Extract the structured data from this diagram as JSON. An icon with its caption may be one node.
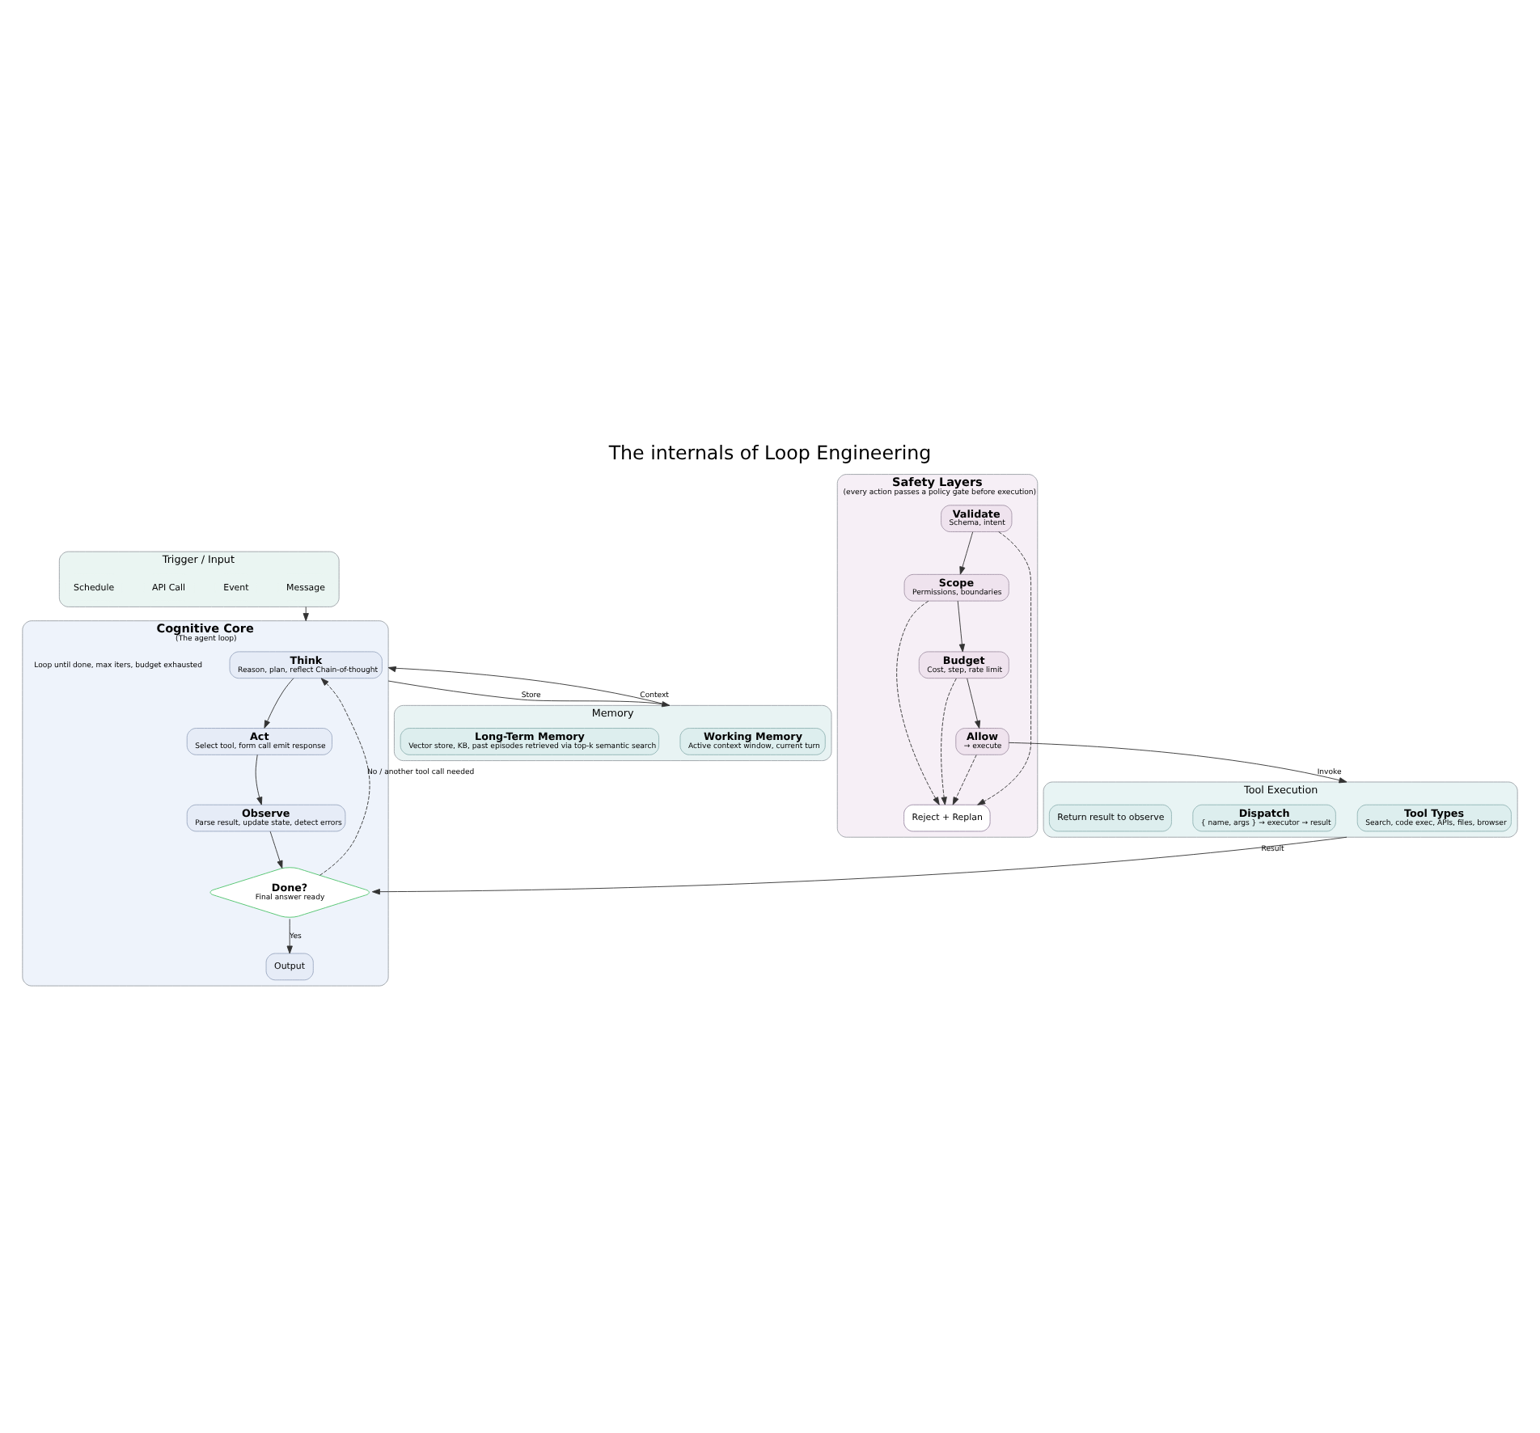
{
  "diagram": {
    "title": "The internals of Loop Engineering",
    "nodes": [
      {
        "text": [
          "Trigger / Input"
        ]
      },
      {
        "text": [
          "Message"
        ],
        "in": 0
      },
      {
        "text": [
          "Event"
        ],
        "in": 0
      },
      {
        "text": [
          "API Call"
        ],
        "in": 0
      },
      {
        "text": [
          "Schedule"
        ],
        "in": 0
      },
      {
        "text": [
          "Cognitive Core",
          "(The agent loop)"
        ]
      },
      {
        "text": [
          "Think",
          "Reason, plan, reflect Chain-of-thought"
        ],
        "in": 5
      },
      {
        "text": [
          "Act",
          "Select tool, form call emit response"
        ],
        "in": 5
      },
      {
        "text": [
          "Observe",
          "Parse result, update state, detect errors"
        ],
        "in": 5
      },
      {
        "text": [
          "Done?",
          "Final answer ready"
        ],
        "in": 5
      },
      {
        "text": [
          "Output"
        ],
        "in": 5
      },
      {
        "text": [
          "Memory"
        ]
      },
      {
        "text": [
          "Working Memory",
          "Active context window, current turn"
        ],
        "in": 11
      },
      {
        "text": [
          "Long-Term Memory",
          "Vector store, KB, past episodes retrieved via top-k semantic search"
        ],
        "in": 11
      },
      {
        "text": [
          "Safety Layers",
          "(every action passes a policy gate before execution)"
        ]
      },
      {
        "text": [
          "Validate",
          "Schema, intent"
        ],
        "in": 14
      },
      {
        "text": [
          "Scope",
          "Permissions, boundaries"
        ],
        "in": 14
      },
      {
        "text": [
          "Budget",
          "Cost, step, rate limit"
        ],
        "in": 14
      },
      {
        "text": [
          "Allow",
          "→ execute"
        ],
        "in": 14
      },
      {
        "text": [
          "Reject + Replan"
        ],
        "in": 14
      },
      {
        "text": [
          "Tool Execution"
        ]
      },
      {
        "text": [
          "Tool Types",
          "Search, code exec, APIs, files, browser"
        ],
        "in": 20
      },
      {
        "text": [
          "Dispatch",
          "{ name, args } → executor → result"
        ],
        "in": 20
      },
      {
        "text": [
          "Return result to observe"
        ],
        "in": 20
      }
    ],
    "edges": [
      {
        "from": 0,
        "to": 5,
        "arrow": "to"
      },
      {
        "from": 6,
        "to": 7,
        "arrow": "to"
      },
      {
        "from": 7,
        "to": 8,
        "arrow": "to"
      },
      {
        "from": 8,
        "to": 9,
        "arrow": "to"
      },
      {
        "from": 9,
        "to": 10,
        "arrow": "to",
        "label": "Yes"
      },
      {
        "from": 9,
        "to": 6,
        "arrow": "to",
        "label": "No / another tool call needed",
        "style": "dashed"
      },
      {
        "from": 5,
        "to": 11,
        "arrow": "to",
        "label": "Store"
      },
      {
        "from": 11,
        "to": 5,
        "arrow": "to",
        "label": "Context"
      },
      {
        "from": 15,
        "to": 16,
        "arrow": "to"
      },
      {
        "from": 16,
        "to": 17,
        "arrow": "to"
      },
      {
        "from": 17,
        "to": 18,
        "arrow": "to"
      },
      {
        "from": 18,
        "to": 20,
        "arrow": "to",
        "label": "Invoke"
      },
      {
        "from": 15,
        "to": 19,
        "arrow": "to",
        "style": "dashed"
      },
      {
        "from": 16,
        "to": 19,
        "arrow": "to",
        "style": "dashed"
      },
      {
        "from": 17,
        "to": 19,
        "arrow": "to",
        "style": "dashed"
      },
      {
        "from": 18,
        "to": 19,
        "arrow": "to",
        "style": "dashed"
      },
      {
        "from": 20,
        "to": 9,
        "arrow": "to",
        "label": "Result"
      }
    ],
    "labels": [
      "Loop until done, max iters, budget exhausted"
    ]
  }
}
